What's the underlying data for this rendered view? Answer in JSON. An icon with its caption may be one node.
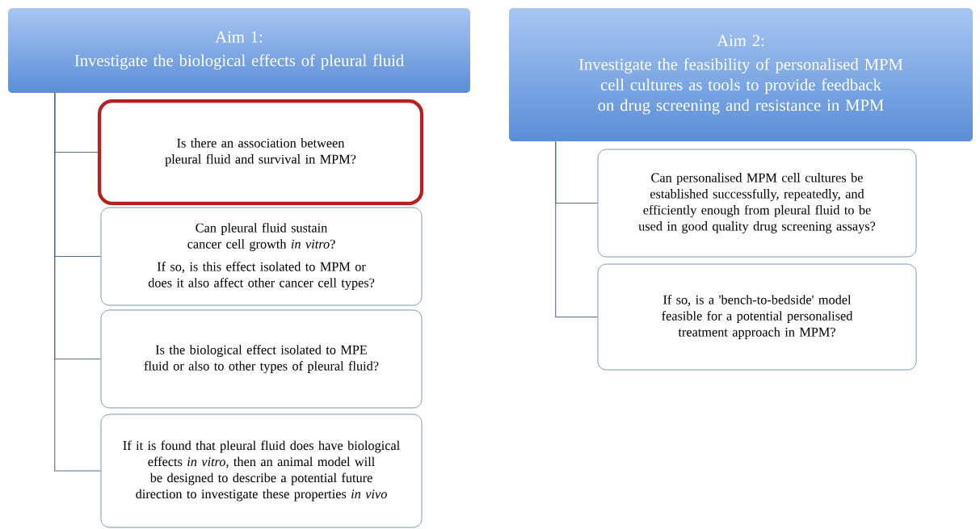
{
  "diagram": {
    "nodes": [
      {
        "text": [
          "Aim 1:",
          "Investigate the biological effects of pleural fluid"
        ]
      },
      {
        "text": [
          "Is there an association between pleural fluid and survival in MPM?"
        ]
      },
      {
        "text": [
          "Can pleural fluid sustain cancer cell growth *in vitro*?",
          "If so, is this effect isolated to MPM or does it also affect other cancer cell types?"
        ]
      },
      {
        "text": [
          "Is the biological effect isolated to MPE fluid or also to other types of pleural fluid?"
        ]
      },
      {
        "text": [
          "If it is found that pleural fluid does have biological effects *in vitro*, then an animal model will be designed to describe a potential future direction to investigate these properties *in vivo*"
        ]
      },
      {
        "text": [
          "Aim 2:",
          "Investigate the feasibility of personalised MPM cell cultures as tools to provide feedback on drug screening and resistance in MPM"
        ]
      },
      {
        "text": [
          "Can personalised MPM cell cultures be established successfully, repeatedly, and efficiently enough from pleural fluid to be used in good quality drug screening assays?"
        ]
      },
      {
        "text": [
          "If so, is a 'bench-to-bedside' model feasible for a potential personalised treatment approach in MPM?"
        ]
      }
    ],
    "edges": [
      {
        "from": 0,
        "to": 1,
        "arrow": "none"
      },
      {
        "from": 0,
        "to": 2,
        "arrow": "none"
      },
      {
        "from": 0,
        "to": 3,
        "arrow": "none"
      },
      {
        "from": 0,
        "to": 4,
        "arrow": "none"
      },
      {
        "from": 5,
        "to": 6,
        "arrow": "none"
      },
      {
        "from": 5,
        "to": 7,
        "arrow": "none"
      }
    ]
  }
}
